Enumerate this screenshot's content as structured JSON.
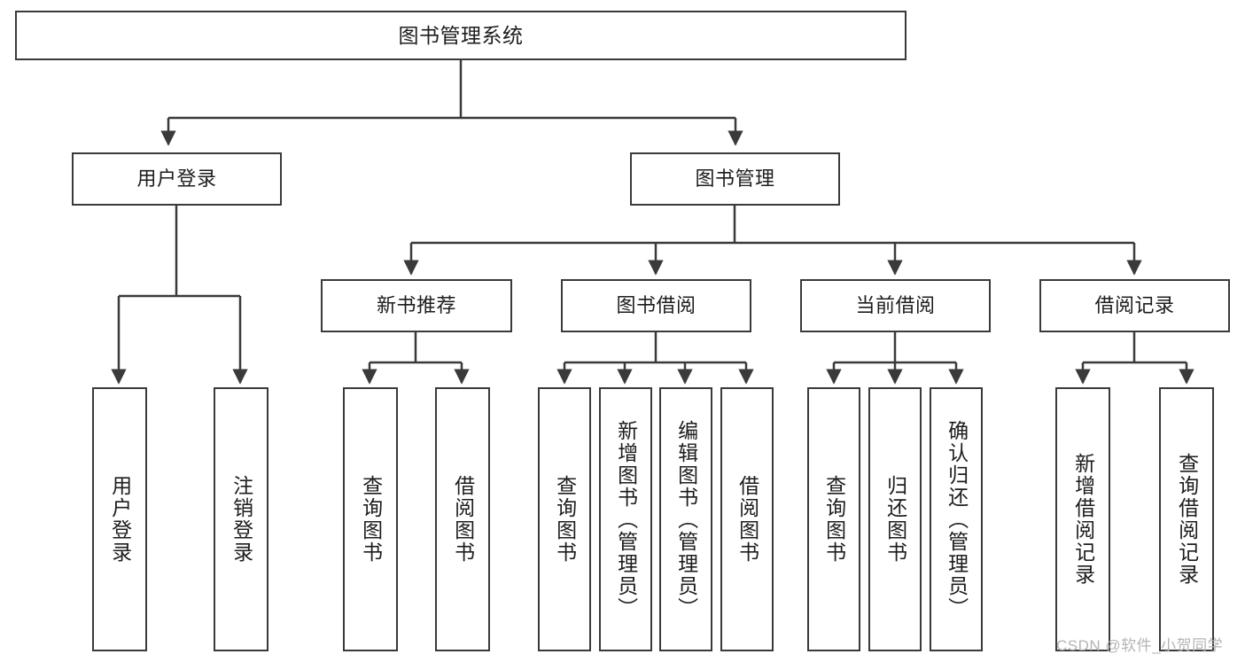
{
  "diagram": {
    "type": "tree",
    "title": "图书管理系统",
    "root": {
      "label": "图书管理系统"
    },
    "level2": [
      {
        "label": "用户登录"
      },
      {
        "label": "图书管理"
      }
    ],
    "level3": [
      {
        "label": "新书推荐"
      },
      {
        "label": "图书借阅"
      },
      {
        "label": "当前借阅"
      },
      {
        "label": "借阅记录"
      }
    ],
    "leaves": {
      "user_login": [
        {
          "label": "用户登录"
        },
        {
          "label": "注销登录"
        }
      ],
      "new_book_recommend": [
        {
          "label": "查询图书"
        },
        {
          "label": "借阅图书"
        }
      ],
      "book_borrow": [
        {
          "label": "查询图书"
        },
        {
          "label": "新增图书（管理员）"
        },
        {
          "label": "编辑图书（管理员）"
        },
        {
          "label": "借阅图书"
        }
      ],
      "current_borrow": [
        {
          "label": "查询图书"
        },
        {
          "label": "归还图书"
        },
        {
          "label": "确认归还（管理员）"
        }
      ],
      "borrow_record": [
        {
          "label": "新增借阅记录"
        },
        {
          "label": "查询借阅记录"
        }
      ]
    }
  },
  "watermark": {
    "text": "CSDN @软件_小贺同学"
  },
  "colors": {
    "stroke": "#3a3a3a",
    "background": "#ffffff",
    "text": "#1d1d1d",
    "watermark": "#b4b4b4"
  }
}
